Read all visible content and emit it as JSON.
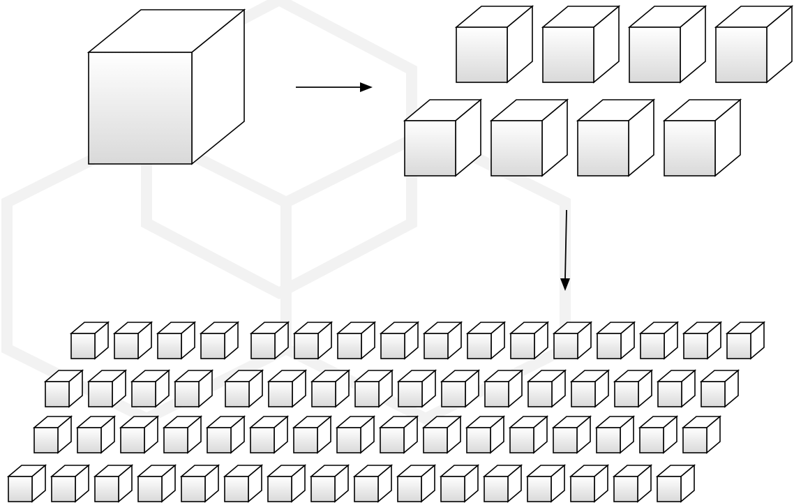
{
  "diagram": {
    "description_level": "visual-only",
    "stages": [
      {
        "name": "large-cube",
        "cube_count": 1
      },
      {
        "name": "medium-cubes",
        "cube_count": 8
      },
      {
        "name": "small-cubes",
        "cube_count": 64
      }
    ],
    "arrows": [
      "right",
      "down"
    ],
    "colors": {
      "stroke": "#000000",
      "face_light": "#ffffff",
      "face_dark": "#d9d9d9",
      "watermark": "#f2f2f2"
    }
  }
}
